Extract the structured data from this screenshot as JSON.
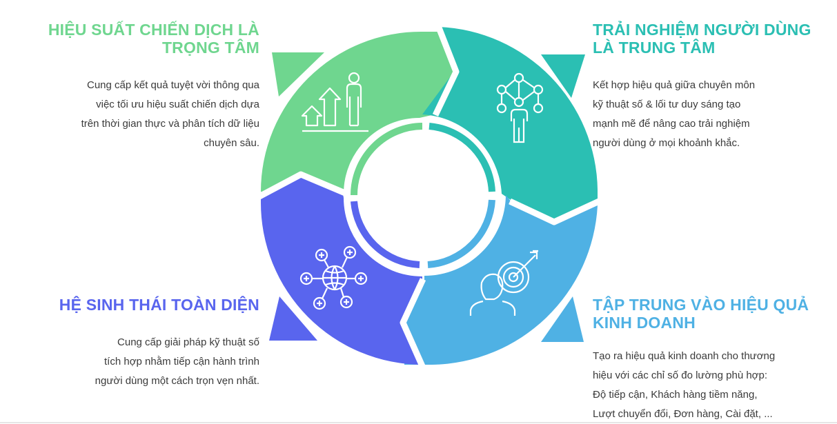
{
  "colors": {
    "green": "#6fd68f",
    "teal": "#2bbfb3",
    "blue": "#4fb1e4",
    "indigo": "#5965ee",
    "text": "#3a3a3a"
  },
  "sections": {
    "top_left": {
      "title_lines": [
        "HIỆU SUẤT CHIẾN DỊCH LÀ",
        "TRỌNG TÂM"
      ],
      "desc_lines": [
        "Cung cấp kết quả tuyệt vời thông qua",
        "việc tối ưu hiệu suất chiến dịch dựa",
        "trên thời gian thực và phân tích dữ liệu",
        "chuyên sâu."
      ],
      "icon": "growth-chart-person-icon"
    },
    "top_right": {
      "title_lines": [
        "TRẢI NGHIỆM NGƯỜI DÙNG",
        "LÀ TRUNG TÂM"
      ],
      "desc_lines": [
        "Kết hợp hiệu quả giữa chuyên môn",
        "kỹ thuật số & lối tư duy sáng tạo",
        "mạnh mẽ để nâng cao trải nghiệm",
        "người dùng ở mọi khoảnh khắc."
      ],
      "icon": "user-network-icon"
    },
    "bottom_left": {
      "title_lines": [
        "HỆ SINH THÁI TOÀN DIỆN"
      ],
      "desc_lines": [
        "Cung cấp giải pháp kỹ thuật số",
        "tích hợp nhằm tiếp cận hành trình",
        "người dùng một cách trọn vẹn nhất."
      ],
      "icon": "globe-ecosystem-icon"
    },
    "bottom_right": {
      "title_lines": [
        "TẬP TRUNG VÀO HIỆU QUẢ",
        "KINH DOANH"
      ],
      "desc_lines": [
        "Tạo ra hiệu quả kinh doanh cho thương",
        "hiệu với các chỉ số đo lường phù hợp:",
        "Độ tiếp cận, Khách hàng tiềm năng,",
        "Lượt chuyển đổi, Đơn hàng, Cài đặt, ..."
      ],
      "icon": "target-person-icon"
    }
  }
}
